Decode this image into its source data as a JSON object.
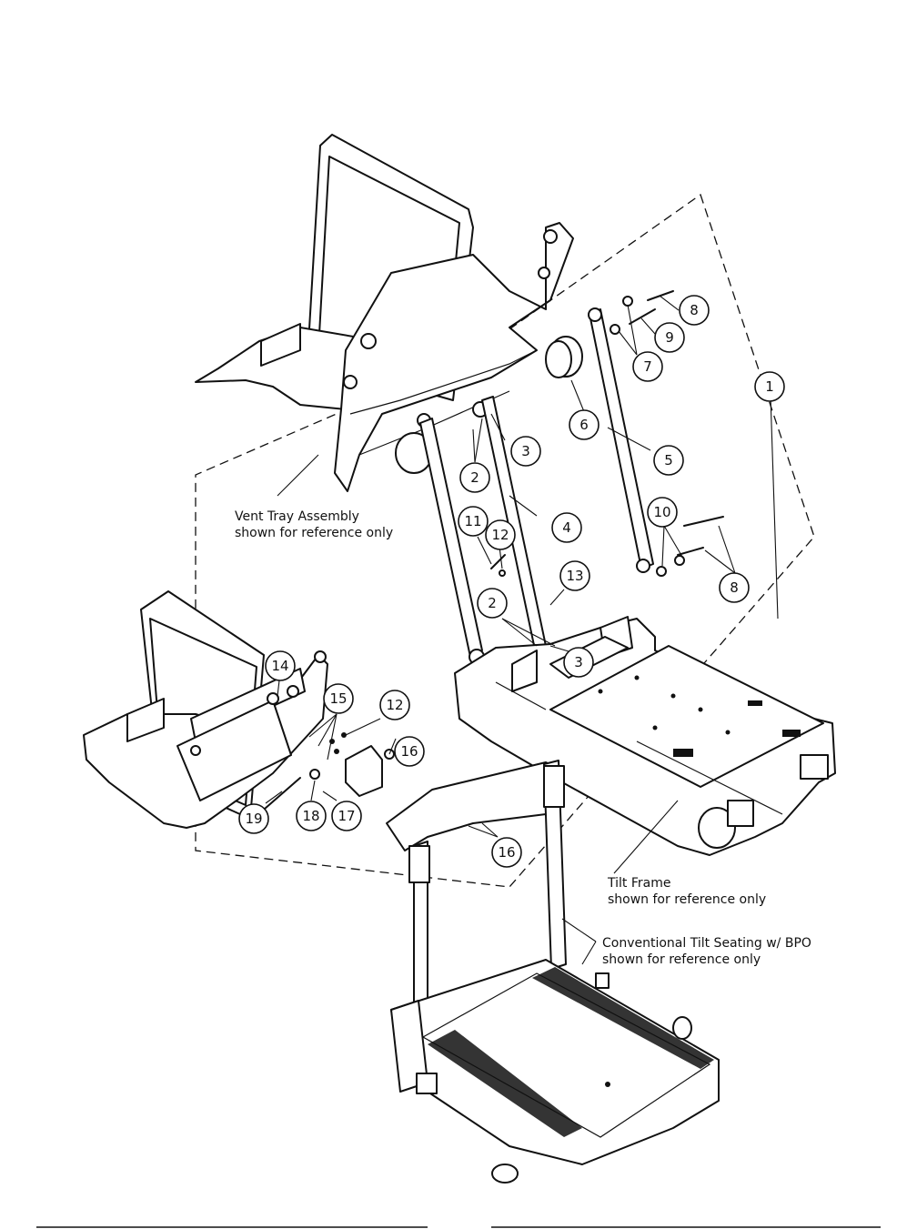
{
  "annotations": {
    "vent_tray": [
      "Vent Tray Assembly",
      "shown for reference only"
    ],
    "tilt_frame": [
      "Tilt Frame",
      "shown for reference only"
    ],
    "tilt_seating": [
      "Conventional Tilt Seating w/ BPO",
      "shown for reference only"
    ]
  },
  "callouts": [
    "1",
    "2",
    "3",
    "4",
    "5",
    "6",
    "7",
    "8",
    "9",
    "10",
    "11",
    "12",
    "13",
    "14",
    "15",
    "16",
    "17",
    "18",
    "19"
  ],
  "callout_repeats": [
    "2",
    "3",
    "8",
    "12",
    "16"
  ]
}
